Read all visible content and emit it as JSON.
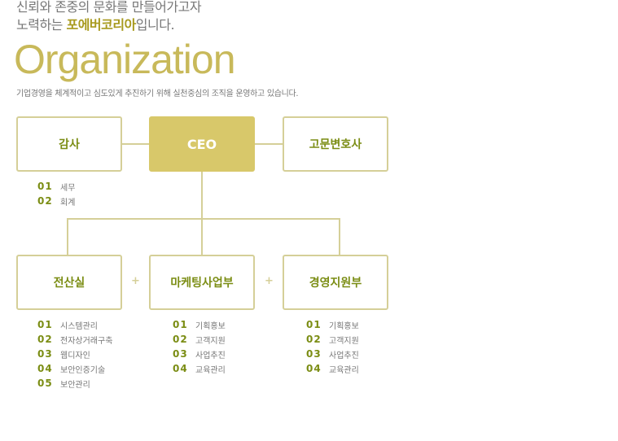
{
  "intro": {
    "line1": "신뢰와 존중의 문화를 만들어가고자",
    "line2_before": "노력하는 ",
    "line2_emphasis": "포에버코리아",
    "line2_after": "입니다."
  },
  "title": "Organization",
  "subtitle": "기업경영을 체계적이고 심도있게 추진하기 위해 실천중심의 조직을 운영하고 있습니다.",
  "top_row": {
    "audit": {
      "label": "감사",
      "items": [
        {
          "num": "01",
          "text": "세무"
        },
        {
          "num": "02",
          "text": "회계"
        }
      ]
    },
    "ceo": {
      "label": "CEO"
    },
    "advisor": {
      "label": "고문변호사"
    }
  },
  "departments": [
    {
      "label": "전산실",
      "items": [
        {
          "num": "01",
          "text": "시스템관리"
        },
        {
          "num": "02",
          "text": "전자상거래구축"
        },
        {
          "num": "03",
          "text": "웹디자인"
        },
        {
          "num": "04",
          "text": "보안인증기술"
        },
        {
          "num": "05",
          "text": "보안관리"
        }
      ]
    },
    {
      "label": "마케팅사업부",
      "items": [
        {
          "num": "01",
          "text": "기획홍보"
        },
        {
          "num": "02",
          "text": "고객지원"
        },
        {
          "num": "03",
          "text": "사업추진"
        },
        {
          "num": "04",
          "text": "교육관리"
        }
      ]
    },
    {
      "label": "경영지원부",
      "items": [
        {
          "num": "01",
          "text": "기획홍보"
        },
        {
          "num": "02",
          "text": "고객지원"
        },
        {
          "num": "03",
          "text": "사업추진"
        },
        {
          "num": "04",
          "text": "교육관리"
        }
      ]
    }
  ],
  "plus_symbol": "+",
  "colors": {
    "accent": "#d8c86a",
    "border": "#d5cf98",
    "label": "#7b8d14",
    "title": "#c8b95a"
  }
}
